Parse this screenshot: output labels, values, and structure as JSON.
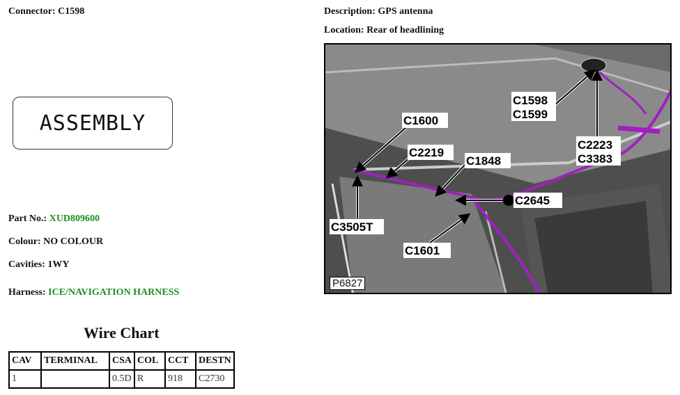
{
  "connector": {
    "label": "Connector:",
    "value": "C1598"
  },
  "description": {
    "label": "Description:",
    "value": "GPS antenna"
  },
  "location": {
    "label": "Location:",
    "value": "Rear of headlining"
  },
  "assembly_text": "ASSEMBLY",
  "part_no": {
    "label": "Part No.:",
    "value": "XUD809600"
  },
  "colour": {
    "label": "Colour:",
    "value": "NO COLOUR"
  },
  "cavities": {
    "label": "Cavities:",
    "value": "1WY"
  },
  "harness": {
    "label": "Harness:",
    "value": "ICE/NAVIGATION HARNESS"
  },
  "wire_chart": {
    "title": "Wire Chart",
    "headers": [
      "CAV",
      "TERMINAL",
      "CSA",
      "COL",
      "CCT",
      "DESTN"
    ],
    "rows": [
      [
        "1",
        "",
        "0.5D",
        "R",
        "918",
        "C2730"
      ]
    ]
  },
  "photo": {
    "ref": "P6827",
    "callouts": {
      "c1598": "C1598",
      "c1599": "C1599",
      "c1600": "C1600",
      "c2219": "C2219",
      "c1848": "C1848",
      "c2223": "C2223",
      "c3383": "C3383",
      "c2645": "C2645",
      "c3505t": "C3505T",
      "c1601": "C1601"
    }
  },
  "colors": {
    "harness_wire": "#a020c0",
    "link_green": "#1f8f1f"
  }
}
